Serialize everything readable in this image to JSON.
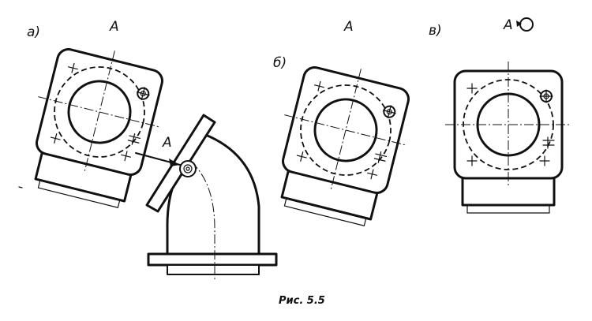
{
  "labels": {
    "view_a": "а)",
    "view_b": "б)",
    "view_v": "в)",
    "title_a": "А",
    "title_b": "А",
    "title_v": "А",
    "arrow": "А"
  },
  "caption": "Рис. 5.5"
}
